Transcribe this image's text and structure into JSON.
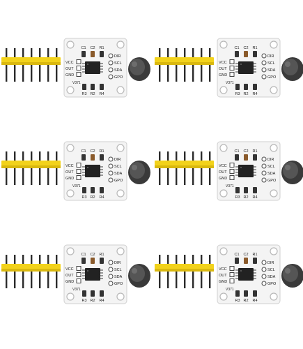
{
  "board_labels": {
    "left_pins": [
      "VCC",
      "OUT",
      "GND"
    ],
    "right_pins": [
      "DIR",
      "SCL",
      "SDA",
      "GPO"
    ],
    "top_parts": [
      "C1",
      "C2",
      "R1"
    ],
    "bottom_parts": [
      "R3",
      "R2",
      "R4"
    ],
    "module": "V371"
  },
  "colors": {
    "header_plastic": "#f2d21b",
    "pin_metal": "#2b2b2b",
    "pcb": "#f4f4f4",
    "chip": "#222222",
    "magnet": "#3a3a3a"
  },
  "grid": {
    "rows": 3,
    "columns": 2
  }
}
